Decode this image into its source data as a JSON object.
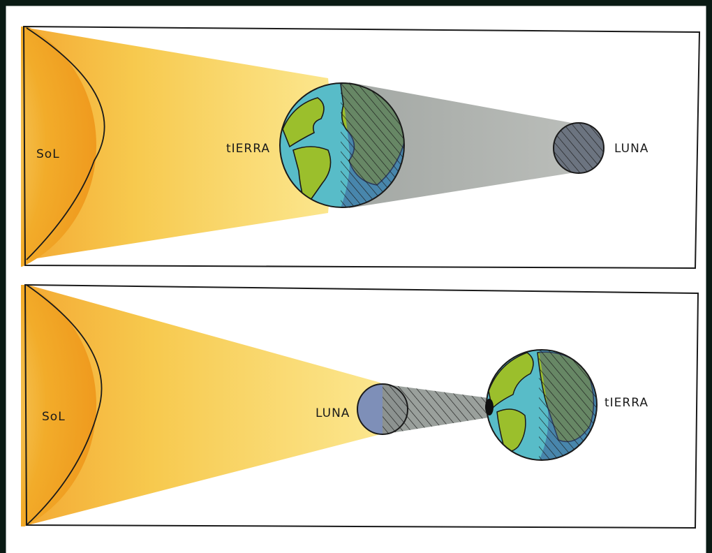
{
  "panels": [
    {
      "id": "lunar-eclipse",
      "labels": {
        "sun": "SoL",
        "earth": "tIERRA",
        "moon": "LUNA"
      }
    },
    {
      "id": "solar-eclipse",
      "labels": {
        "sun": "SoL",
        "moon": "LUNA",
        "earth": "tIERRA"
      }
    }
  ],
  "colors": {
    "frame": "#0a1a14",
    "sun_glow": "#f6c52c",
    "sun_core": "#fbf6e4",
    "ocean": "#58bcc8",
    "land": "#9bbf2c",
    "night": "#3c5a96",
    "shadow": "#a7aaa6",
    "moon": "#7e8fb8"
  }
}
